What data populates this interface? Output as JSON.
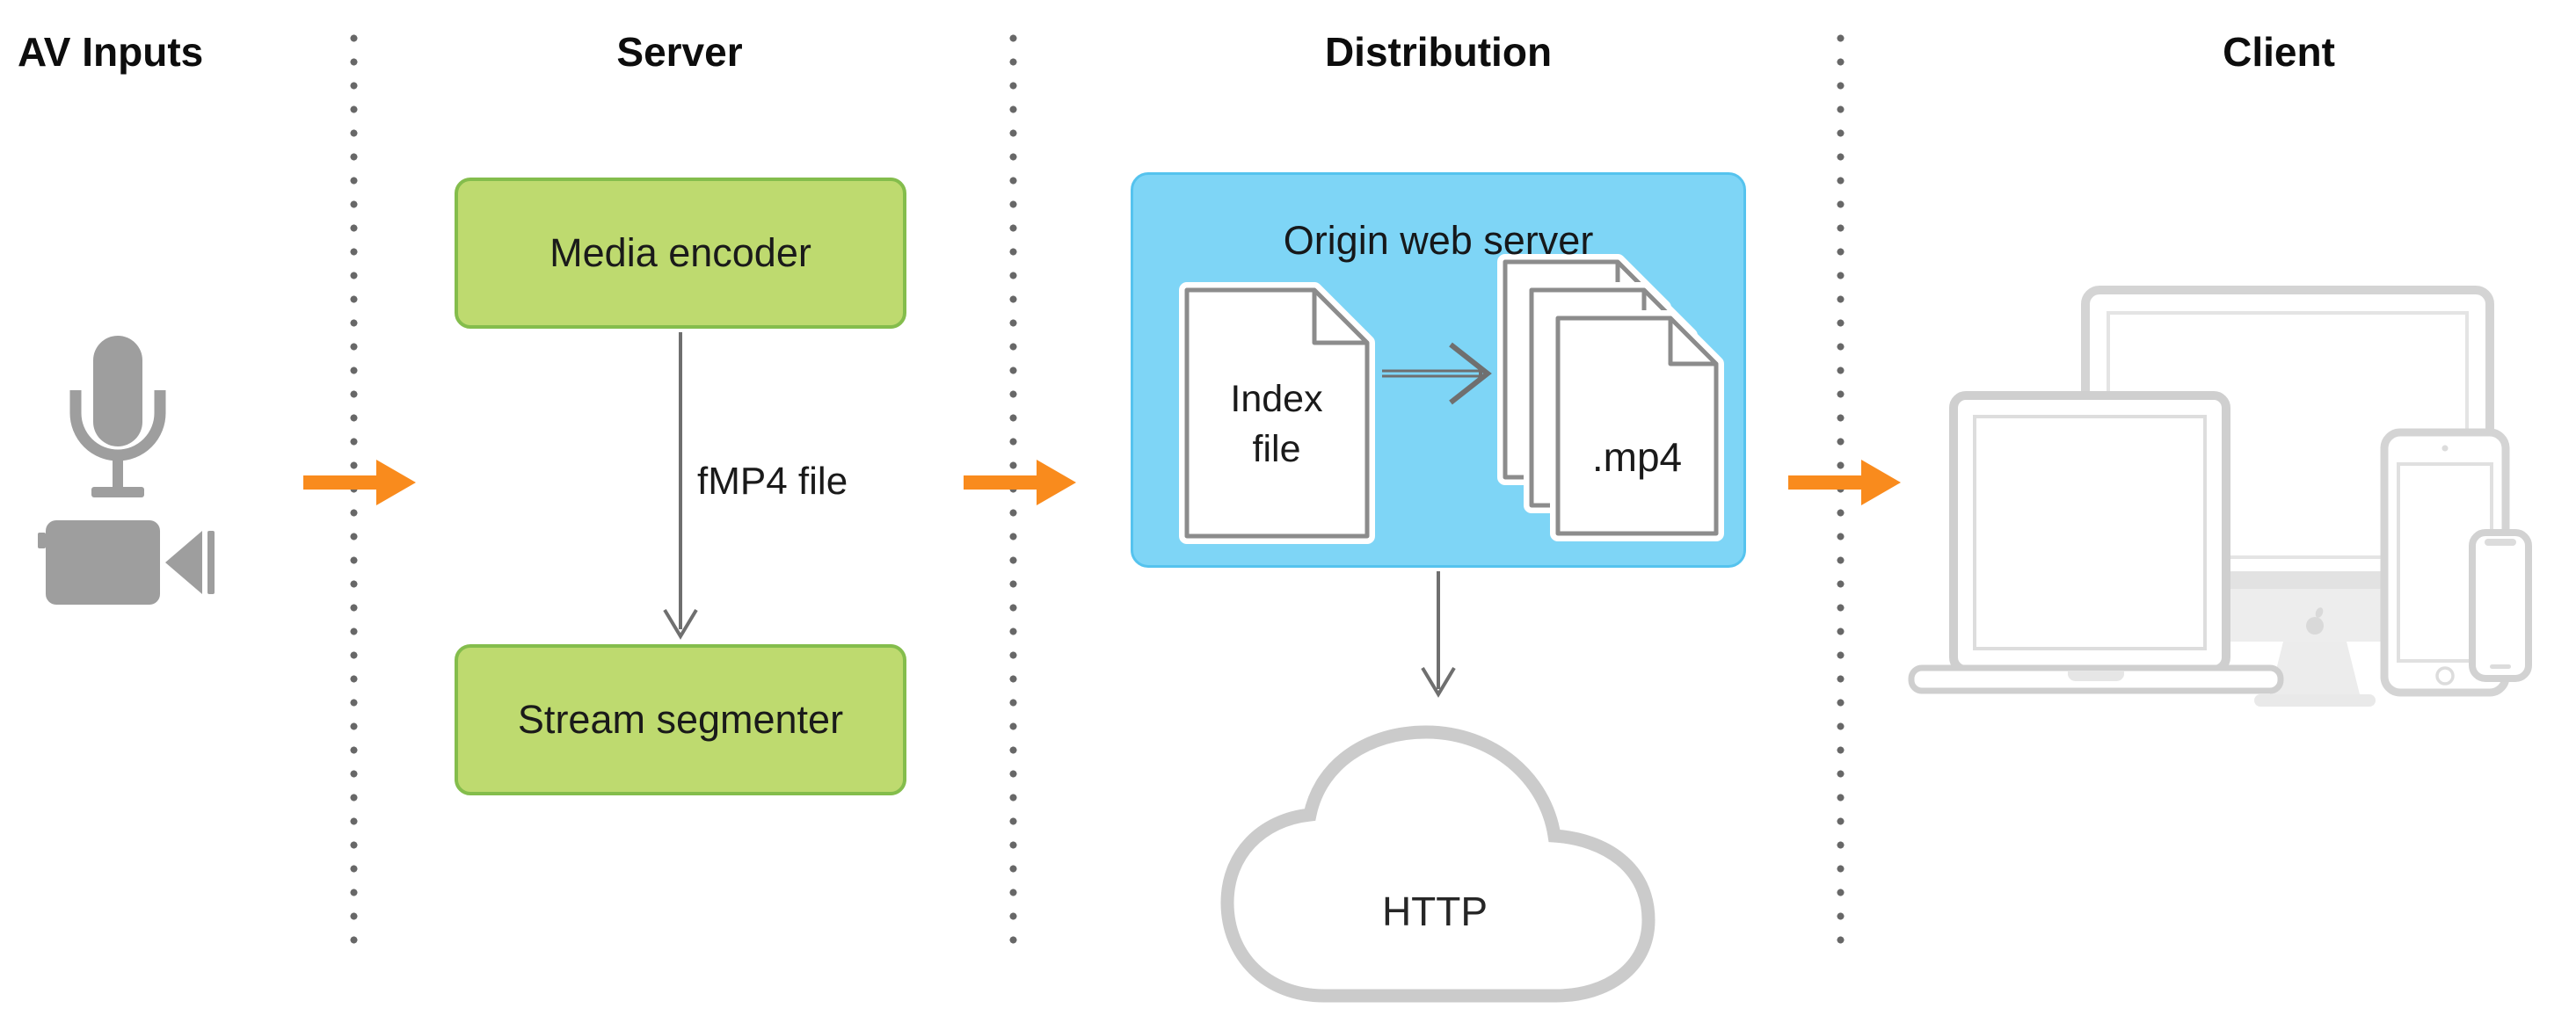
{
  "sections": [
    {
      "label": "AV Inputs"
    },
    {
      "label": "Server"
    },
    {
      "label": "Distribution"
    },
    {
      "label": "Client"
    }
  ],
  "av_inputs": {
    "icons": [
      "microphone-icon",
      "video-camera-icon"
    ]
  },
  "server": {
    "media_encoder_label": "Media encoder",
    "stream_segmenter_label": "Stream segmenter",
    "arrow_label": "fMP4 file"
  },
  "distribution": {
    "box_title": "Origin web server",
    "index_file_label": "Index file",
    "segment_files_label": ".mp4",
    "cloud_label": "HTTP"
  },
  "client": {
    "icons": [
      "desktop-display-icon",
      "imac-icon",
      "laptop-icon",
      "tablet-icon",
      "phone-icon",
      "apple-logo-icon"
    ]
  },
  "flow_icons": [
    "right-arrow-icon",
    "down-arrow-icon",
    "cloud-icon",
    "document-icon",
    "document-stack-icon"
  ],
  "colors": {
    "accent_orange": "#F98B1D",
    "server_box_fill": "#BEDA6F",
    "server_box_border": "#84BD4C",
    "distribution_box_fill": "#7ED5F6",
    "distribution_box_border": "#55C3EE",
    "connector_gray": "#6F6F6F",
    "document_border_gray": "#8C8C8C",
    "cloud_gray": "#CBCBCB",
    "device_gray": "#D4D4D4",
    "input_icon_gray": "#9E9E9E",
    "divider_dot_gray": "#676767",
    "text_black": "#0d0d0d"
  }
}
